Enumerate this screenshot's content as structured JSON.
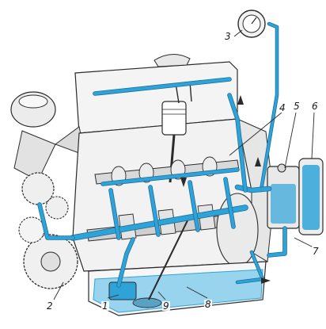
{
  "palette": {
    "oil": "#2fa3d8",
    "oil_light": "#8fd0ee",
    "oil_dark": "#1a6f9c",
    "line": "#2b2b2b",
    "metal": "#f4f4f4",
    "shadow": "#c8c8c8",
    "paper": "#ffffff"
  },
  "callouts": {
    "c1": "1",
    "c2": "2",
    "c3": "3",
    "c4": "4",
    "c5": "5",
    "c6": "6",
    "c7": "7",
    "c8": "8",
    "c9": "9"
  }
}
